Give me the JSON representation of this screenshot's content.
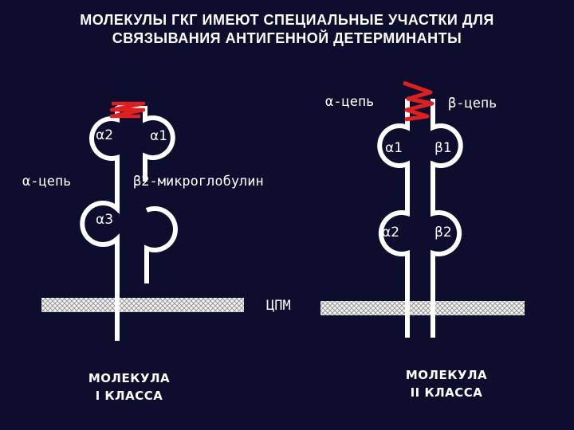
{
  "title": {
    "line1": "МОЛЕКУЛЫ ГКГ ИМЕЮТ СПЕЦИАЛЬНЫЕ УЧАСТКИ ДЛЯ",
    "line2": "СВЯЗЫВАНИЯ АНТИГЕННОЙ ДЕТЕРМИНАНТЫ"
  },
  "class1": {
    "chain_label": "α-цепь",
    "domain_a1": "α1",
    "domain_a2": "α2",
    "domain_a3": "α3",
    "microglobulin_label": "β2-микроглобулин",
    "caption_line1": "МОЛЕКУЛА",
    "caption_line2": "I КЛАССА"
  },
  "class2": {
    "alpha_chain_label": "α-цепь",
    "beta_chain_label": "β-цепь",
    "domain_a1": "α1",
    "domain_b1": "β1",
    "domain_a2": "α2",
    "domain_b2": "β2",
    "caption_line1": "МОЛЕКУЛА",
    "caption_line2": "II КЛАССА"
  },
  "membrane_label": "ЦПМ",
  "colors": {
    "background": "#0d0d2e",
    "chain": "#ffffff",
    "peptide": "#e02020",
    "membrane": "#d8d8d8"
  }
}
